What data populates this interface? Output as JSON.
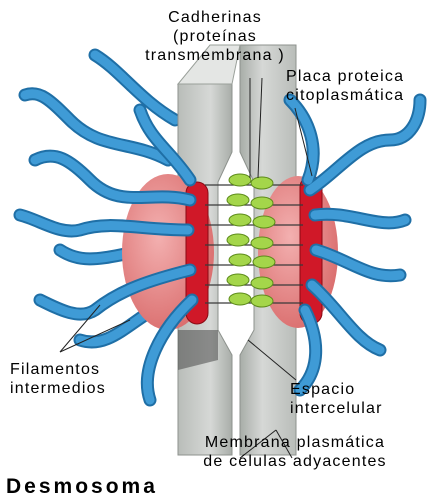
{
  "labels": {
    "cadherinas": [
      "Cadherinas",
      "(proteínas",
      "transmembrana )"
    ],
    "placa": [
      "Placa proteica",
      "citoplasmática"
    ],
    "filamentos": [
      "Filamentos",
      "intermedios"
    ],
    "espacio": [
      "Espacio",
      "intercelular"
    ],
    "membrana": [
      "Membrana plasmática",
      "de células adyacentes"
    ]
  },
  "title": "Desmosoma",
  "colors": {
    "membrane": "#c8cbc8",
    "membrane_dark": "#9aa09a",
    "filament": "#3f9bd6",
    "filament_dark": "#1f6fa6",
    "plaque_red": "#d01828",
    "cytoplasm_pink": "#e98a8a",
    "cadherin": "#a4d64a",
    "cadherin_dark": "#5c8a1a"
  }
}
